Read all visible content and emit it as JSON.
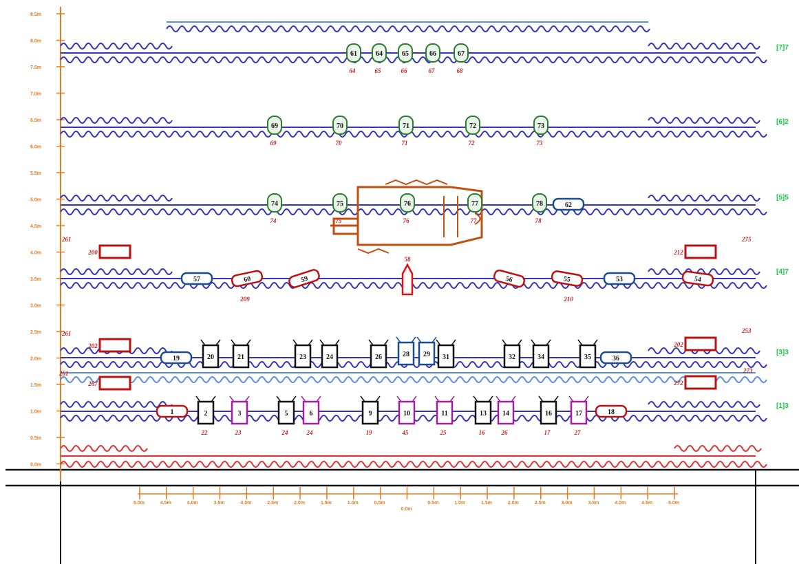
{
  "colors": {
    "axis": "#e07b20",
    "line": "#3333bb",
    "line_light": "#5a8ee0",
    "base": "#dd3333",
    "frame": "#111111",
    "green_unit": "#2e7d32",
    "black_unit": "#111111",
    "purple_unit": "#a020a0",
    "red_unit": "#bb1111",
    "blue_unit": "#1a4d8c",
    "brown": "#c05010",
    "row_label": "#11cc44"
  },
  "y_axis": {
    "ticks": [
      "8.5m",
      "8.0m",
      "7.5m",
      "7.0m",
      "6.5m",
      "6.0m",
      "5.5m",
      "5.0m",
      "4.5m",
      "4.0m",
      "3.5m",
      "3.0m",
      "2.5m",
      "2.0m",
      "1.5m",
      "1.0m",
      "0.5m",
      "0.0m"
    ]
  },
  "x_axis": {
    "ticks": [
      "5.0m",
      "4.5m",
      "4.0m",
      "3.5m",
      "3.0m",
      "2.5m",
      "2.0m",
      "1.5m",
      "1.0m",
      "0.5m",
      "0.0m",
      "0.5m",
      "1.0m",
      "1.5m",
      "2.0m",
      "2.5m",
      "3.0m",
      "3.5m",
      "4.0m",
      "4.5m",
      "5.0m"
    ]
  },
  "row_labels": [
    "[7]7",
    "[6]2",
    "[5]5",
    "[4]7",
    "[3]3",
    "[1]3"
  ],
  "corner_labels": [
    "261",
    "275",
    "261",
    "253",
    "261",
    "273"
  ],
  "units": {
    "row8": [
      {
        "n": "61",
        "cap": "64"
      },
      {
        "n": "64",
        "cap": "65"
      },
      {
        "n": "65",
        "cap": "66"
      },
      {
        "n": "66",
        "cap": "67"
      },
      {
        "n": "67",
        "cap": "68"
      }
    ],
    "row6": [
      {
        "n": "69",
        "cap": "69"
      },
      {
        "n": "70",
        "cap": "70"
      },
      {
        "n": "71",
        "cap": "71"
      },
      {
        "n": "72",
        "cap": "72"
      },
      {
        "n": "73",
        "cap": "73"
      }
    ],
    "row5": [
      {
        "n": "74",
        "cap": "74"
      },
      {
        "n": "75",
        "cap": "75"
      },
      {
        "n": "76",
        "cap": "76"
      },
      {
        "n": "77",
        "cap": "77"
      },
      {
        "n": "78",
        "cap": "78"
      }
    ],
    "row5_extra": {
      "n": "62"
    },
    "row4": [
      {
        "n": "57"
      },
      {
        "n": "60"
      },
      {
        "n": "59"
      },
      {
        "n": "56"
      },
      {
        "n": "55"
      },
      {
        "n": "53"
      },
      {
        "n": "54"
      }
    ],
    "row4_caps": [
      "209",
      "58",
      "210"
    ],
    "row2": [
      "19",
      "20",
      "21",
      "23",
      "24",
      "26",
      "28",
      "29",
      "31",
      "32",
      "34",
      "35",
      "36"
    ],
    "row1": [
      {
        "n": "1",
        "cap": ""
      },
      {
        "n": "2",
        "cap": "22"
      },
      {
        "n": "3",
        "cap": "23"
      },
      {
        "n": "5",
        "cap": "24"
      },
      {
        "n": "6",
        "cap": "24"
      },
      {
        "n": "9",
        "cap": "19"
      },
      {
        "n": "10",
        "cap": "45"
      },
      {
        "n": "11",
        "cap": "25"
      },
      {
        "n": "13",
        "cap": "16"
      },
      {
        "n": "14",
        "cap": "26"
      },
      {
        "n": "16",
        "cap": "17"
      },
      {
        "n": "17",
        "cap": "27"
      },
      {
        "n": "18",
        "cap": ""
      }
    ],
    "side": [
      "200",
      "202",
      "267",
      "212",
      "202",
      "272"
    ]
  }
}
